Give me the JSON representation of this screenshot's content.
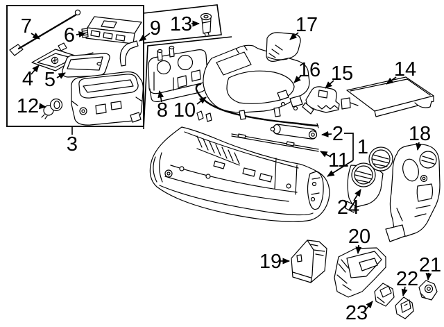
{
  "diagram": {
    "kind": "exploded-parts-diagram",
    "background_color": "#ffffff",
    "line_color": "#000000",
    "callouts": {
      "n1": "1",
      "n2": "2",
      "n3": "3",
      "n4": "4",
      "n5": "5",
      "n6": "6",
      "n7": "7",
      "n8": "8",
      "n9": "9",
      "n10": "10",
      "n11": "11",
      "n12": "12",
      "n13": "13",
      "n14": "14",
      "n15": "15",
      "n16": "16",
      "n17": "17",
      "n18": "18",
      "n19": "19",
      "n20": "20",
      "n21": "21",
      "n22": "22",
      "n23": "23",
      "n24": "24"
    }
  }
}
